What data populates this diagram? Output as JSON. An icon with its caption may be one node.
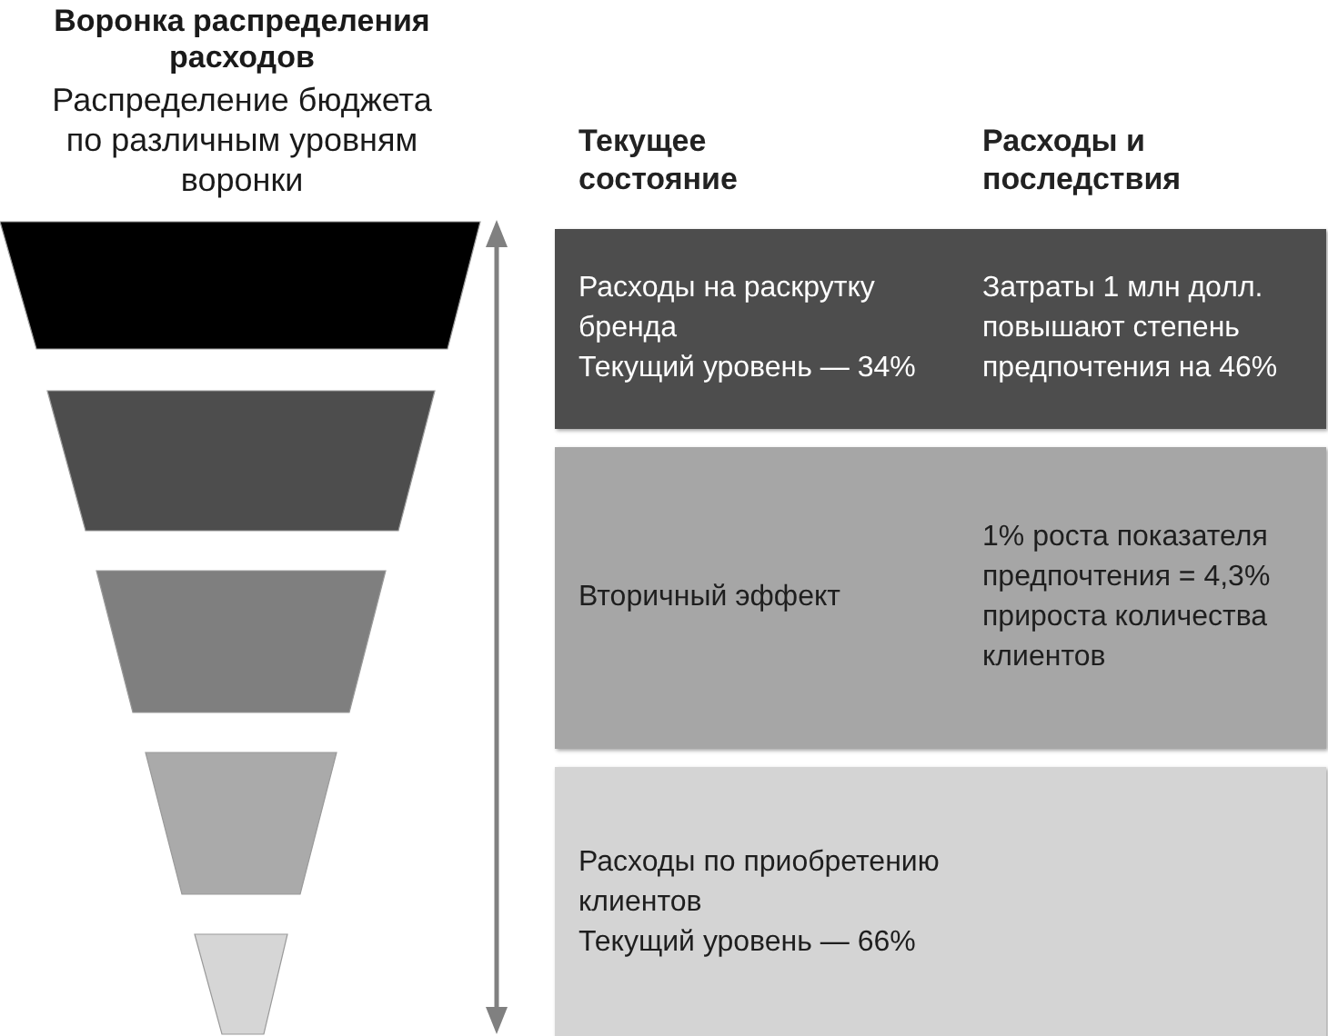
{
  "diagram": {
    "title": "Воронка распределения расходов",
    "nodes": [
      {
        "text": [
          "Расходы на раскрутку бренда",
          "Текущий уровень — 34%",
          "Затраты 1 млн долл. повышают степень предпочтения на 46%"
        ]
      },
      {
        "text": [
          "Вторичный эффект",
          "1% роста показателя предпочтения = 4,3% прироста количества клиентов"
        ]
      },
      {
        "text": [
          "Расходы по приобретению клиентов",
          "Текущий уровень — 66%"
        ]
      }
    ],
    "labels": [
      "Распределение бюджета по различным уровням воронки",
      "Текущее состояние",
      "Расходы и последствия"
    ]
  }
}
